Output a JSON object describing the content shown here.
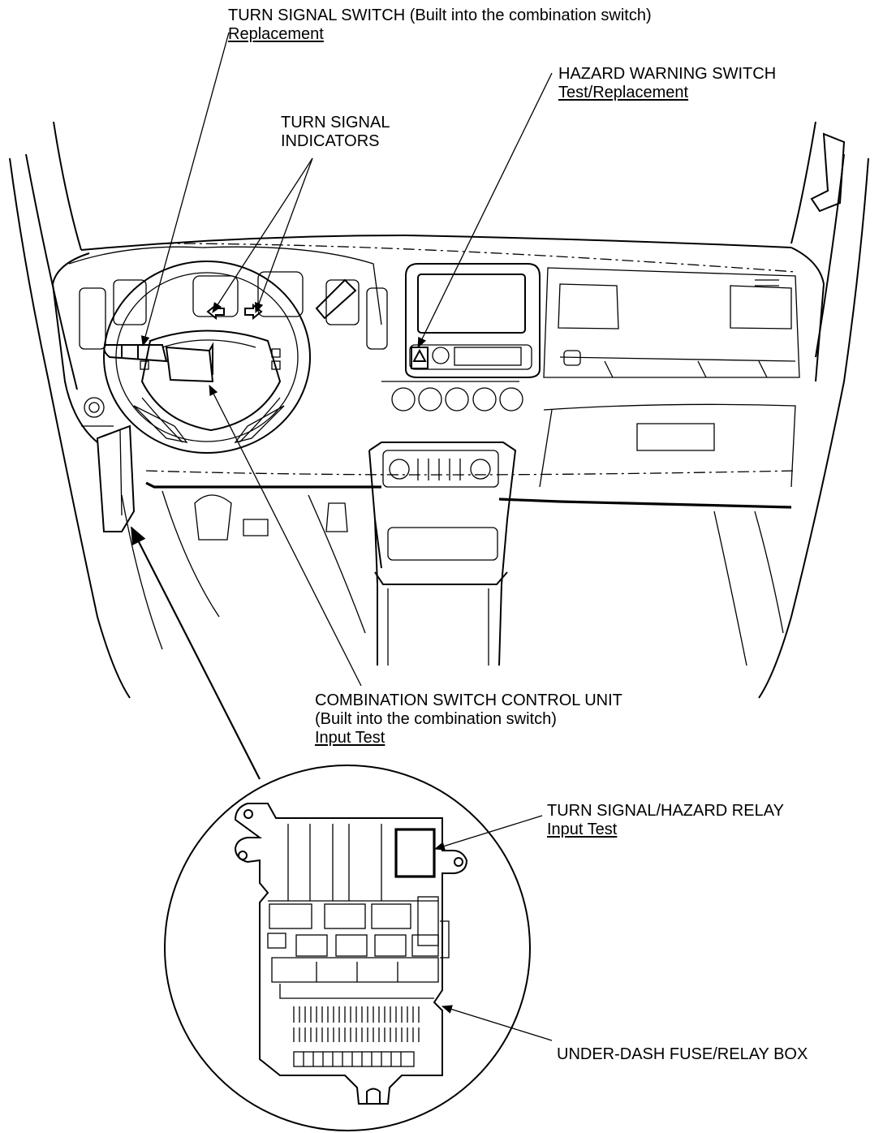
{
  "labels": {
    "turn_signal_switch": {
      "title": "TURN SIGNAL SWITCH (Built into the combination switch)",
      "link": "Replacement"
    },
    "hazard_warning_switch": {
      "title": "HAZARD WARNING SWITCH",
      "link": "Test/Replacement"
    },
    "turn_signal_indicators": {
      "line1": "TURN SIGNAL",
      "line2": "INDICATORS"
    },
    "combination_switch_control_unit": {
      "title": "COMBINATION SWITCH CONTROL UNIT",
      "subtitle": "(Built into the combination switch)",
      "link": "Input Test"
    },
    "turn_signal_hazard_relay": {
      "title": "TURN SIGNAL/HAZARD RELAY",
      "link": "Input Test"
    },
    "under_dash_fuse_relay_box": {
      "title": "UNDER-DASH FUSE/RELAY BOX"
    }
  },
  "colors": {
    "line": "#000000",
    "background": "#ffffff"
  }
}
